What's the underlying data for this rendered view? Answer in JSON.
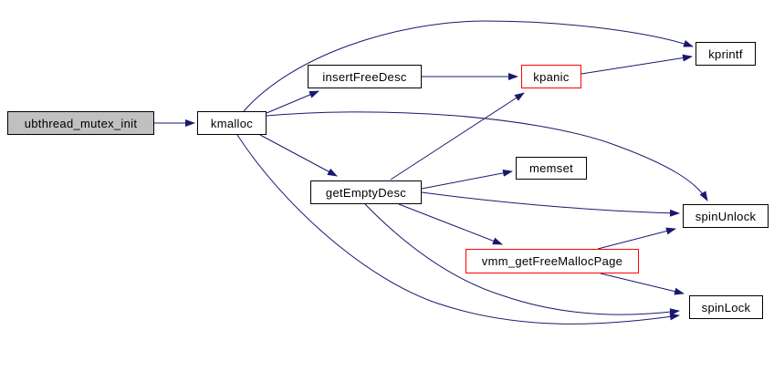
{
  "diagram": {
    "kind": "doxygen-call-graph",
    "colors": {
      "background": "#ffffff",
      "edge": "#191970",
      "node_border": "#000000",
      "node_fill": "#ffffff",
      "root_fill": "#c0c0c0",
      "highlight_border": "#ff0000"
    },
    "nodes": [
      {
        "id": "ubthread_mutex_init",
        "label": "ubthread_mutex_init",
        "kind": "root"
      },
      {
        "id": "kmalloc",
        "label": "kmalloc",
        "kind": "normal"
      },
      {
        "id": "insertFreeDesc",
        "label": "insertFreeDesc",
        "kind": "normal"
      },
      {
        "id": "kpanic",
        "label": "kpanic",
        "kind": "highlighted"
      },
      {
        "id": "kprintf",
        "label": "kprintf",
        "kind": "normal"
      },
      {
        "id": "getEmptyDesc",
        "label": "getEmptyDesc",
        "kind": "normal"
      },
      {
        "id": "memset",
        "label": "memset",
        "kind": "normal"
      },
      {
        "id": "spinUnlock",
        "label": "spinUnlock",
        "kind": "normal"
      },
      {
        "id": "vmm_getFreeMallocPage",
        "label": "vmm_getFreeMallocPage",
        "kind": "highlighted"
      },
      {
        "id": "spinLock",
        "label": "spinLock",
        "kind": "normal"
      }
    ],
    "edges": [
      {
        "from": "ubthread_mutex_init",
        "to": "kmalloc"
      },
      {
        "from": "kmalloc",
        "to": "kprintf"
      },
      {
        "from": "kmalloc",
        "to": "insertFreeDesc"
      },
      {
        "from": "kmalloc",
        "to": "getEmptyDesc"
      },
      {
        "from": "kmalloc",
        "to": "spinUnlock"
      },
      {
        "from": "kmalloc",
        "to": "spinLock"
      },
      {
        "from": "insertFreeDesc",
        "to": "kpanic"
      },
      {
        "from": "kpanic",
        "to": "kprintf"
      },
      {
        "from": "getEmptyDesc",
        "to": "kpanic"
      },
      {
        "from": "getEmptyDesc",
        "to": "memset"
      },
      {
        "from": "getEmptyDesc",
        "to": "spinUnlock"
      },
      {
        "from": "getEmptyDesc",
        "to": "vmm_getFreeMallocPage"
      },
      {
        "from": "getEmptyDesc",
        "to": "spinLock"
      },
      {
        "from": "vmm_getFreeMallocPage",
        "to": "spinUnlock"
      },
      {
        "from": "vmm_getFreeMallocPage",
        "to": "spinLock"
      }
    ]
  }
}
